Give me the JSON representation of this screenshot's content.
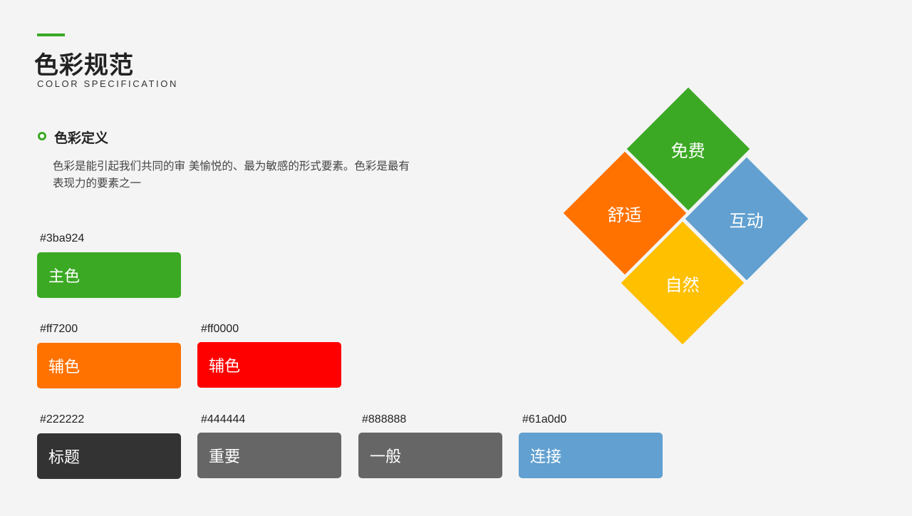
{
  "header": {
    "title": "色彩规范",
    "subtitle": "COLOR SPECIFICATION"
  },
  "section": {
    "title": "色彩定义",
    "description": "色彩是能引起我们共同的审 美愉悦的、最为敏感的形式要素。色彩是最有表现力的要素之一"
  },
  "swatches": [
    {
      "hex": "#3ba924",
      "label": "主色",
      "color": "#3ba924"
    },
    {
      "hex": "#ff7200",
      "label": "辅色",
      "color": "#ff7200"
    },
    {
      "hex": "#ff0000",
      "label": "辅色",
      "color": "#ff0000"
    },
    {
      "hex": "#222222",
      "label": "标题",
      "color": "#333333"
    },
    {
      "hex": "#444444",
      "label": "重要",
      "color": "#666666"
    },
    {
      "hex": "#888888",
      "label": "一般",
      "color": "#666666"
    },
    {
      "hex": "#61a0d0",
      "label": "连接",
      "color": "#61a0d0"
    }
  ],
  "diamonds": [
    {
      "label": "免费",
      "color": "#3ba924"
    },
    {
      "label": "舒适",
      "color": "#ff7200"
    },
    {
      "label": "互动",
      "color": "#61a0d0"
    },
    {
      "label": "自然",
      "color": "#ffc000"
    }
  ]
}
